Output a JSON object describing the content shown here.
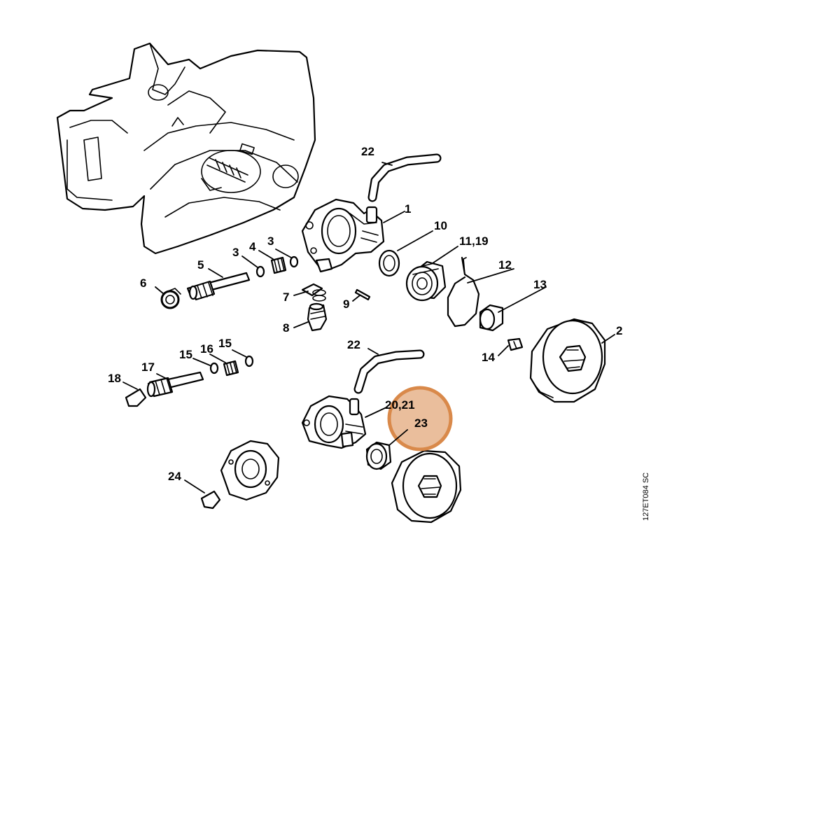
{
  "callouts": {
    "c1": "1",
    "c2": "2",
    "c3a": "3",
    "c3b": "3",
    "c4": "4",
    "c5": "5",
    "c6": "6",
    "c7": "7",
    "c8": "8",
    "c9": "9",
    "c10": "10",
    "c11_19": "11,19",
    "c12": "12",
    "c13": "13",
    "c14": "14",
    "c15a": "15",
    "c15b": "15",
    "c16": "16",
    "c17": "17",
    "c18": "18",
    "c20_21": "20,21",
    "c22a": "22",
    "c22b": "22",
    "c23": "23",
    "c24": "24"
  },
  "drawing_code": "127ET084 SC",
  "highlight": {
    "color": "#d9894a",
    "target": "23"
  }
}
